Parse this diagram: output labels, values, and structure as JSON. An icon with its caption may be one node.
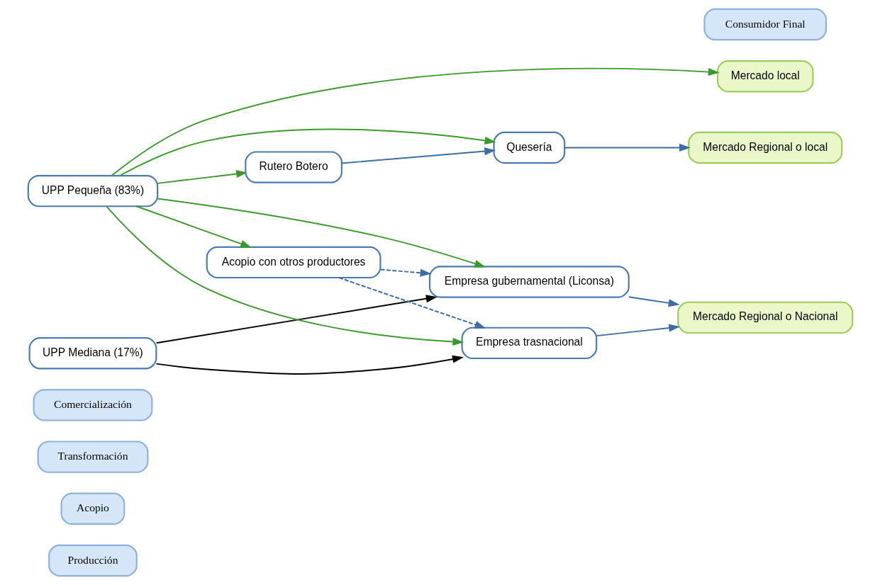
{
  "diagram": {
    "nodes": [
      {
        "text": [
          "Producción"
        ]
      },
      {
        "text": [
          "Acopio"
        ]
      },
      {
        "text": [
          "Transformación"
        ]
      },
      {
        "text": [
          "Comercialización"
        ]
      },
      {
        "text": [
          "UPP Mediana (17%)"
        ]
      },
      {
        "text": [
          "Empresa gubernamental (Liconsa)"
        ]
      },
      {
        "text": [
          "Mercado Regional o Nacional"
        ]
      },
      {
        "text": [
          "Consumidor Final"
        ]
      },
      {
        "text": [
          "Empresa trasnacional"
        ]
      },
      {
        "text": [
          "UPP Pequeña (83%)"
        ]
      },
      {
        "text": [
          "Rutero Botero"
        ]
      },
      {
        "text": [
          "Quesería"
        ]
      },
      {
        "text": [
          "Mercado Regional o local"
        ]
      },
      {
        "text": [
          "Acopio con otros productores"
        ]
      },
      {
        "text": [
          "Mercado local"
        ]
      }
    ],
    "edges": [
      {
        "from": 4,
        "to": 5,
        "arrow": "to",
        "color": "#000000"
      },
      {
        "from": 4,
        "to": 8,
        "arrow": "to",
        "color": "#000000"
      },
      {
        "from": 9,
        "to": 5,
        "arrow": "to"
      },
      {
        "from": 9,
        "to": 8,
        "arrow": "to"
      },
      {
        "from": 9,
        "to": 11,
        "arrow": "to"
      },
      {
        "from": 9,
        "to": 10,
        "arrow": "to"
      },
      {
        "from": 9,
        "to": 13,
        "arrow": "to"
      },
      {
        "from": 9,
        "to": 14,
        "arrow": "to"
      },
      {
        "from": 5,
        "to": 6,
        "arrow": "to",
        "color": "#3b6ea5"
      },
      {
        "from": 8,
        "to": 6,
        "arrow": "to",
        "color": "#3b6ea5"
      },
      {
        "from": 10,
        "to": 11,
        "arrow": "to",
        "color": "#3b6ea5"
      },
      {
        "from": 11,
        "to": 12,
        "arrow": "to",
        "color": "#3b6ea5"
      },
      {
        "from": 13,
        "to": 8,
        "arrow": "to",
        "style": "dashed",
        "color": "#3b6ea5"
      },
      {
        "from": 13,
        "to": 5,
        "arrow": "to",
        "style": "dashed",
        "color": "#3b6ea5"
      }
    ]
  }
}
